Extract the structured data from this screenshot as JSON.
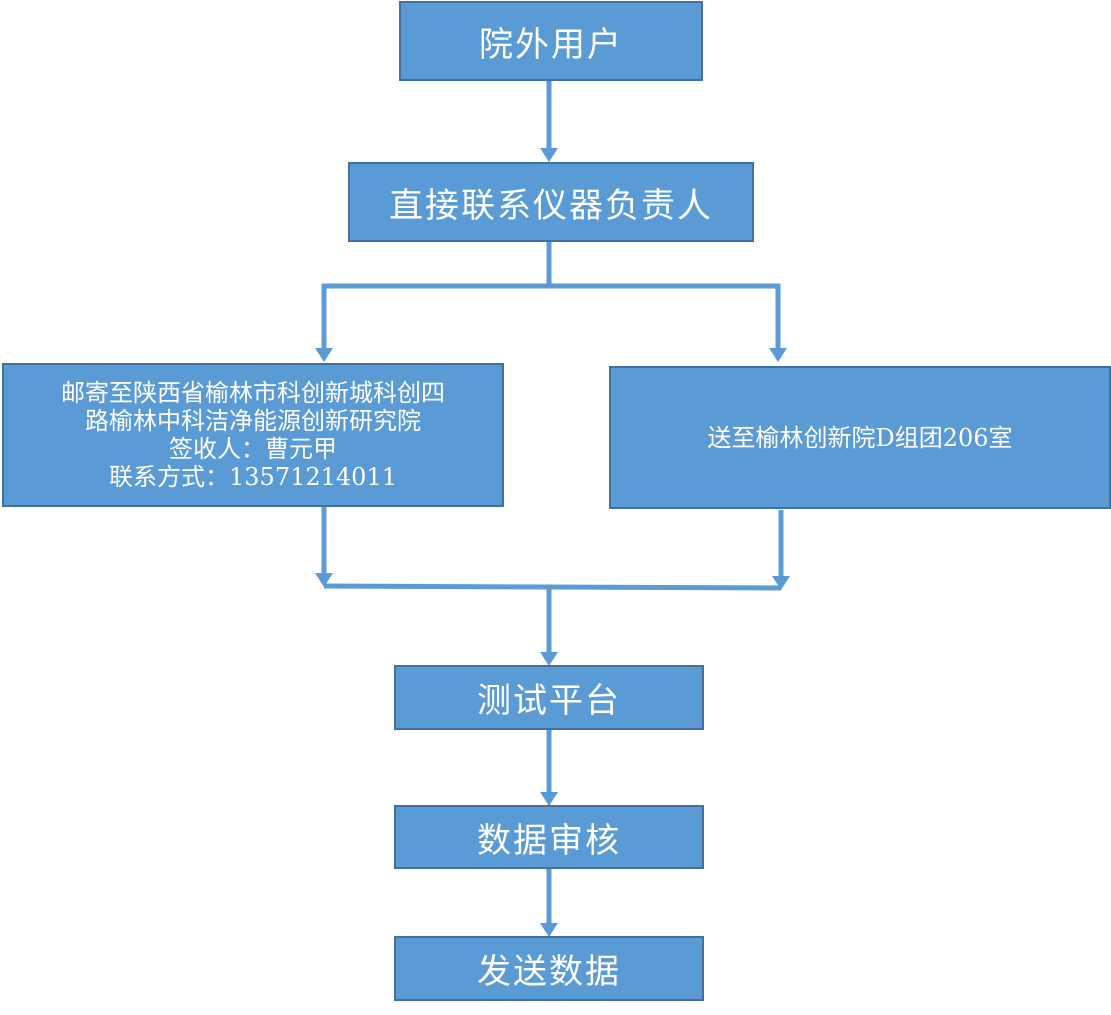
{
  "nodes": {
    "outside_user": "院外用户",
    "contact_instrument": "直接联系仪器负责人",
    "mail_option": {
      "line1": "邮寄至陕西省榆林市科创新城科创四",
      "line2": "路榆林中科洁净能源创新研究院",
      "line3": "签收人：曹元甲",
      "line4": "联系方式：13571214011"
    },
    "deliver_option": "送至榆林创新院D组团206室",
    "test_platform": "测试平台",
    "data_review": "数据审核",
    "send_data": "发送数据"
  },
  "colors": {
    "box_fill": "#5b9bd5",
    "box_border": "#41719c",
    "connector": "#5b9bd5"
  }
}
